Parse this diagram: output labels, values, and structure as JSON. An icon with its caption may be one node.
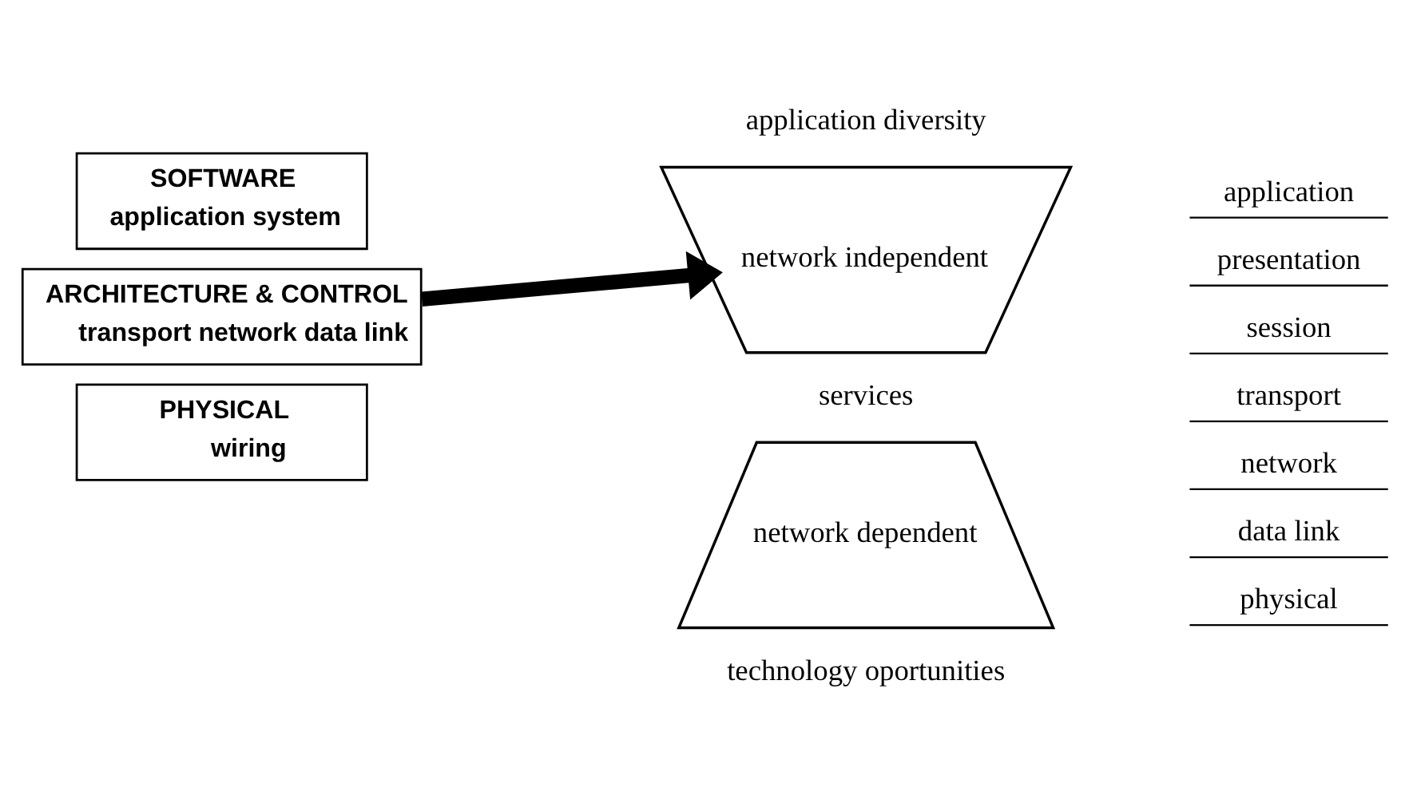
{
  "diagram": {
    "nodes": [
      {
        "text": [
          "SOFTWARE",
          "application system"
        ]
      },
      {
        "text": [
          "ARCHITECTURE & CONTROL",
          "transport network data link"
        ]
      },
      {
        "text": [
          "PHYSICAL",
          "wiring"
        ]
      },
      {
        "text": [
          "network independent"
        ]
      },
      {
        "text": [
          "network dependent"
        ]
      }
    ],
    "edges": [
      {
        "from": 1,
        "to": 3,
        "arrow": "to"
      }
    ],
    "labels": [
      "application diversity",
      "services",
      "technology oportunities",
      "application",
      "presentation",
      "session",
      "transport",
      "network",
      "data link",
      "physical"
    ]
  }
}
